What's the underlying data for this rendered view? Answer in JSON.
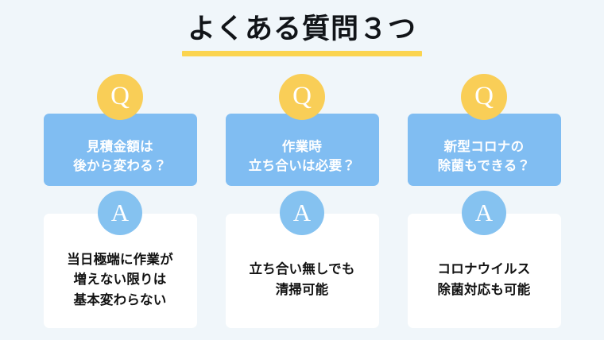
{
  "header": {
    "title": "よくある質問３つ",
    "underline_color": "#fbd44f"
  },
  "theme": {
    "background": "#f0f6fa",
    "question_card": "#80bdf2",
    "question_badge": "#f9ce57",
    "answer_badge": "#85c2f0",
    "answer_card": "#ffffff",
    "title_text": "#111418",
    "answer_text": "#121212"
  },
  "faq": [
    {
      "question_badge": "Q",
      "question_lines": [
        "見積金額は",
        "後から変わる？"
      ],
      "answer_badge": "A",
      "answer_lines": [
        "当日極端に作業が",
        "増えない限りは",
        "基本変わらない"
      ]
    },
    {
      "question_badge": "Q",
      "question_lines": [
        "作業時",
        "立ち合いは必要？"
      ],
      "answer_badge": "A",
      "answer_lines": [
        "立ち合い無しでも",
        "清掃可能"
      ]
    },
    {
      "question_badge": "Q",
      "question_lines": [
        "新型コロナの",
        "除菌もできる？"
      ],
      "answer_badge": "A",
      "answer_lines": [
        "コロナウイルス",
        "除菌対応も可能"
      ]
    }
  ]
}
